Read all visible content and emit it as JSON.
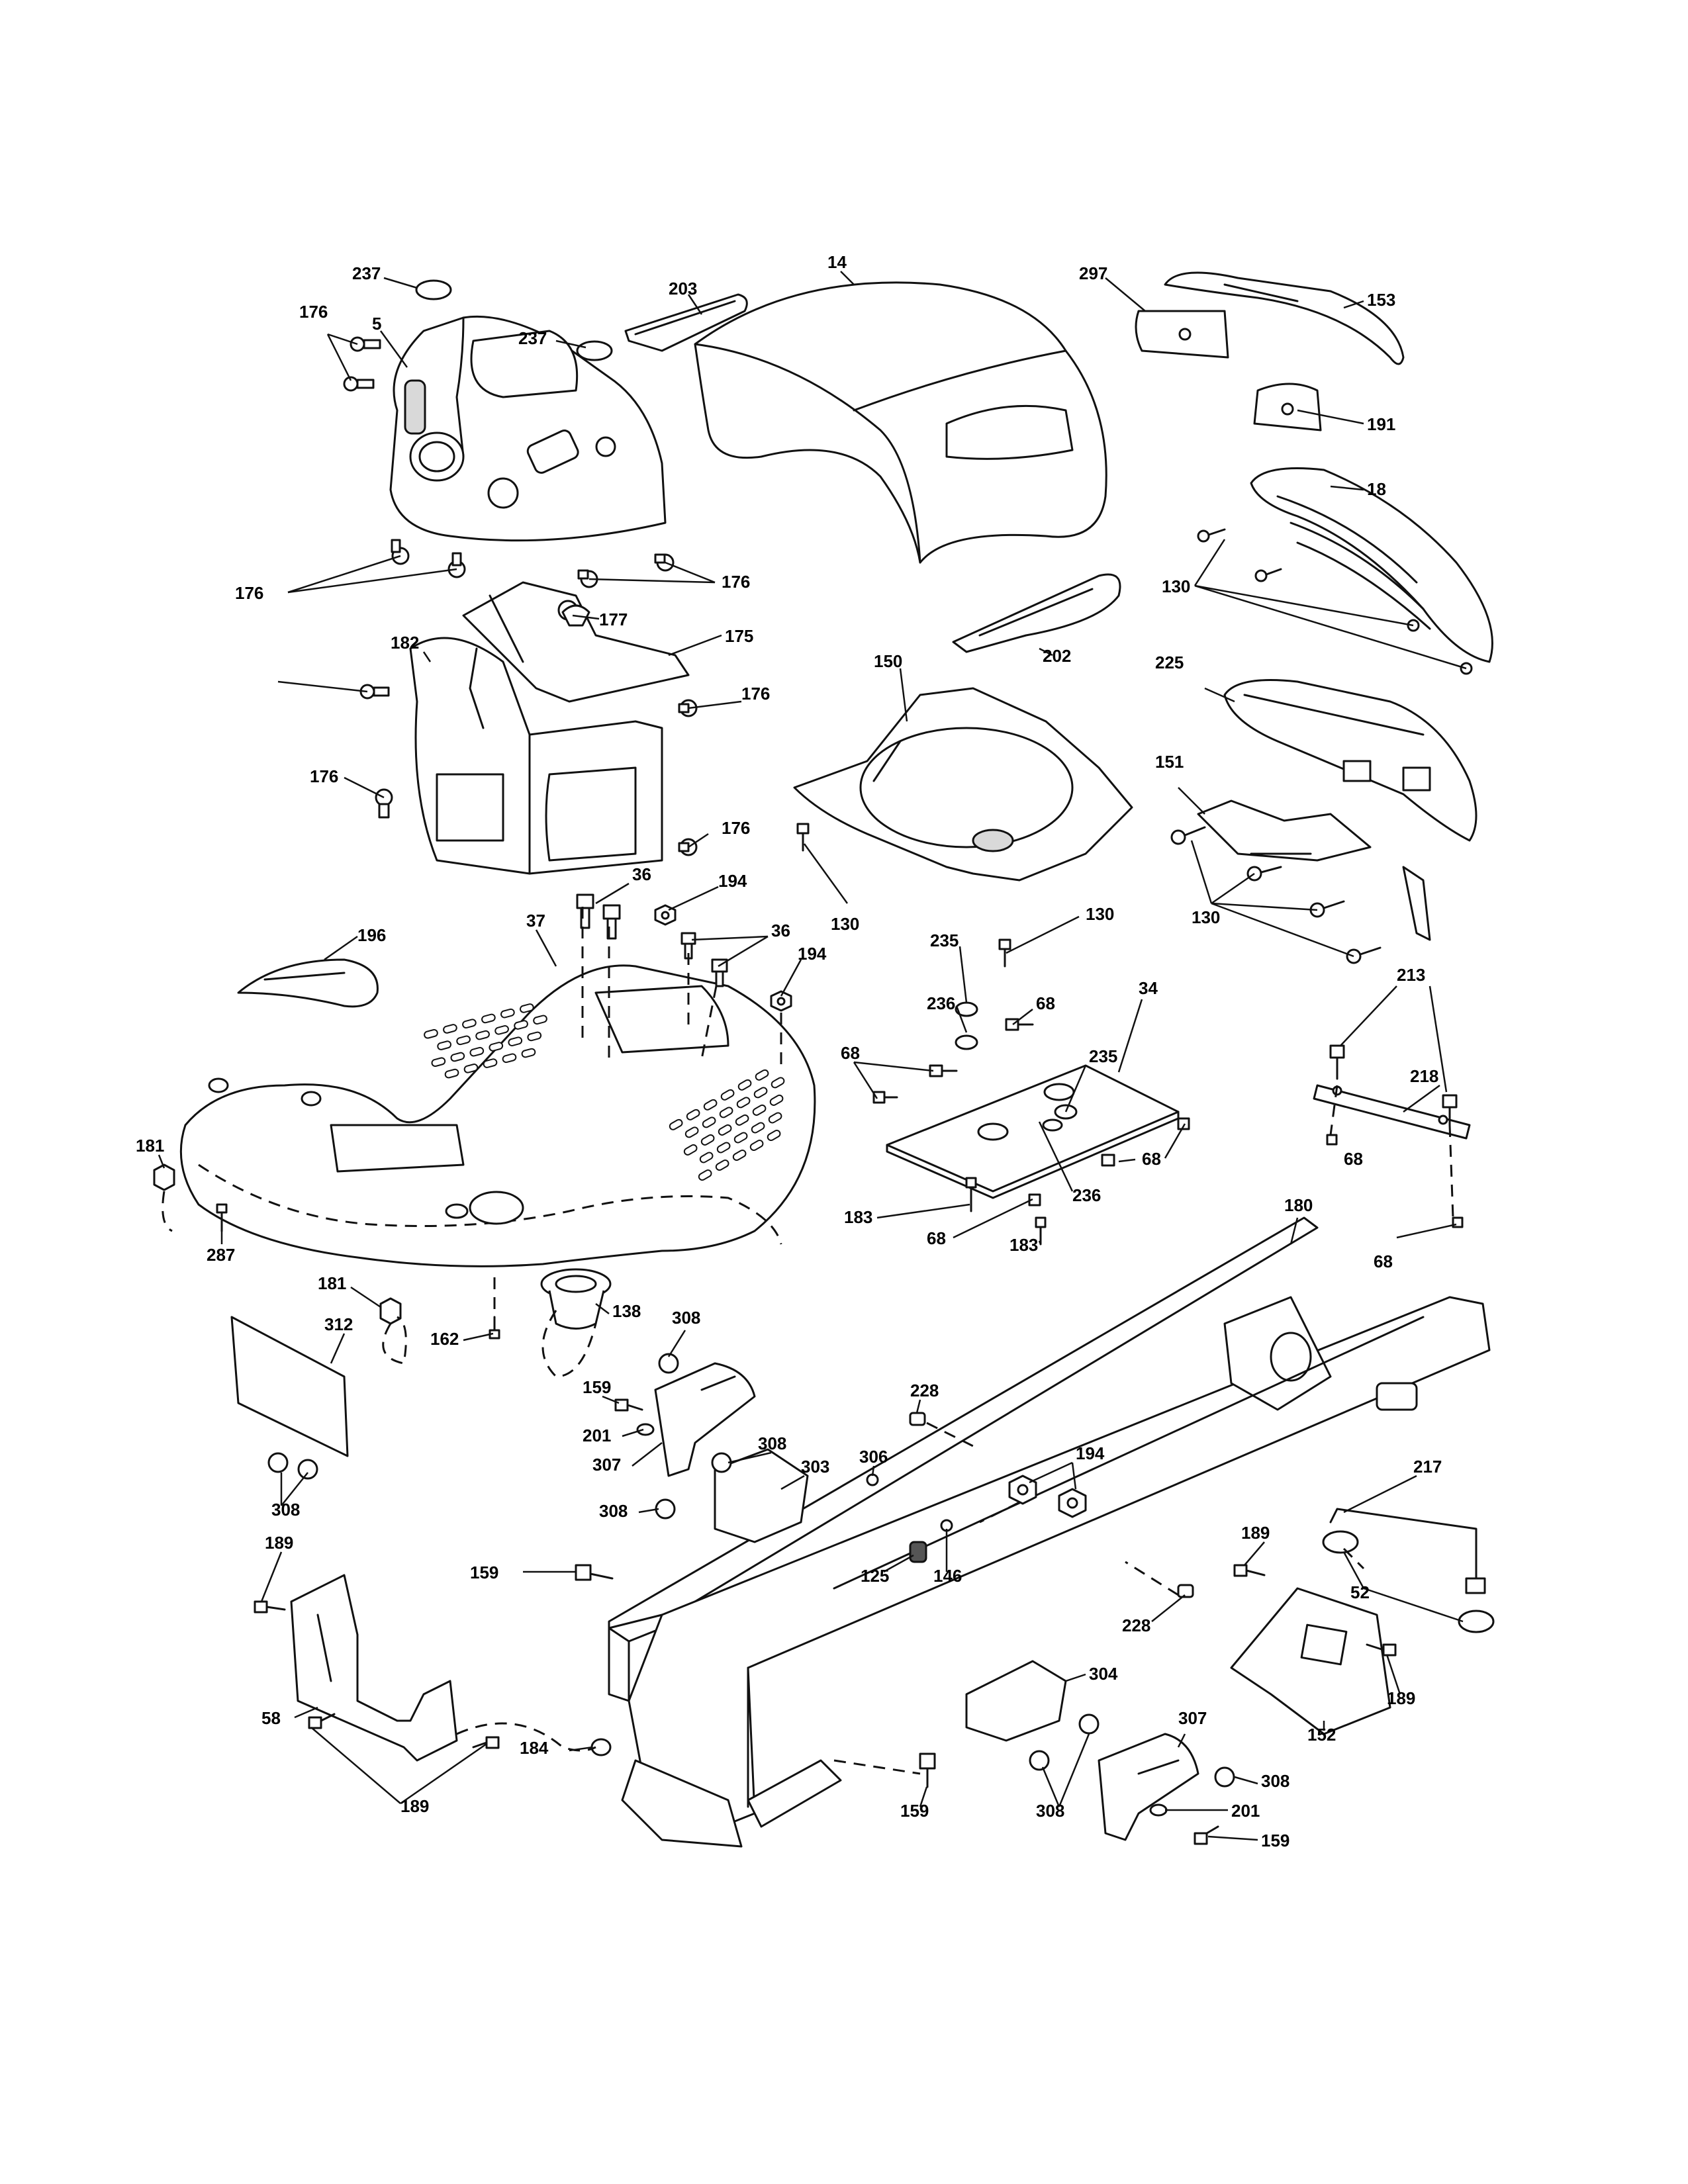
{
  "diagram": {
    "labels": [
      {
        "id": "p237a",
        "text": "237"
      },
      {
        "id": "p5",
        "text": "5"
      },
      {
        "id": "p176a",
        "text": "176"
      },
      {
        "id": "p237b",
        "text": "237"
      },
      {
        "id": "p203",
        "text": "203"
      },
      {
        "id": "p14",
        "text": "14"
      },
      {
        "id": "p297",
        "text": "297"
      },
      {
        "id": "p153",
        "text": "153"
      },
      {
        "id": "p191",
        "text": "191"
      },
      {
        "id": "p18",
        "text": "18"
      },
      {
        "id": "p130a",
        "text": "130"
      },
      {
        "id": "p176b",
        "text": "176"
      },
      {
        "id": "p176c",
        "text": "176"
      },
      {
        "id": "p177",
        "text": "177"
      },
      {
        "id": "p175",
        "text": "175"
      },
      {
        "id": "p182",
        "text": "182"
      },
      {
        "id": "p176d",
        "text": "176"
      },
      {
        "id": "p202",
        "text": "202"
      },
      {
        "id": "p150",
        "text": "150"
      },
      {
        "id": "p225",
        "text": "225"
      },
      {
        "id": "p176e",
        "text": "176"
      },
      {
        "id": "p176f",
        "text": "176"
      },
      {
        "id": "p151",
        "text": "151"
      },
      {
        "id": "p36a",
        "text": "36"
      },
      {
        "id": "p194a",
        "text": "194"
      },
      {
        "id": "p37",
        "text": "37"
      },
      {
        "id": "p36b",
        "text": "36"
      },
      {
        "id": "p130b",
        "text": "130"
      },
      {
        "id": "p130c",
        "text": "130"
      },
      {
        "id": "p130d",
        "text": "130"
      },
      {
        "id": "p196",
        "text": "196"
      },
      {
        "id": "p194b",
        "text": "194"
      },
      {
        "id": "p235a",
        "text": "235"
      },
      {
        "id": "p68a",
        "text": "68"
      },
      {
        "id": "p34",
        "text": "34"
      },
      {
        "id": "p213",
        "text": "213"
      },
      {
        "id": "p236a",
        "text": "236"
      },
      {
        "id": "p68b",
        "text": "68"
      },
      {
        "id": "p235b",
        "text": "235"
      },
      {
        "id": "p218",
        "text": "218"
      },
      {
        "id": "p181a",
        "text": "181"
      },
      {
        "id": "p68c",
        "text": "68"
      },
      {
        "id": "p68d",
        "text": "68"
      },
      {
        "id": "p236b",
        "text": "236"
      },
      {
        "id": "p183a",
        "text": "183"
      },
      {
        "id": "p68e",
        "text": "68"
      },
      {
        "id": "p183b",
        "text": "183"
      },
      {
        "id": "p180",
        "text": "180"
      },
      {
        "id": "p287",
        "text": "287"
      },
      {
        "id": "p68f",
        "text": "68"
      },
      {
        "id": "p181b",
        "text": "181"
      },
      {
        "id": "p138",
        "text": "138"
      },
      {
        "id": "p308a",
        "text": "308"
      },
      {
        "id": "p312",
        "text": "312"
      },
      {
        "id": "p162",
        "text": "162"
      },
      {
        "id": "p159a",
        "text": "159"
      },
      {
        "id": "p228a",
        "text": "228"
      },
      {
        "id": "p201a",
        "text": "201"
      },
      {
        "id": "p308b",
        "text": "308"
      },
      {
        "id": "p307a",
        "text": "307"
      },
      {
        "id": "p303",
        "text": "303"
      },
      {
        "id": "p306",
        "text": "306"
      },
      {
        "id": "p194c",
        "text": "194"
      },
      {
        "id": "p217",
        "text": "217"
      },
      {
        "id": "p308c",
        "text": "308"
      },
      {
        "id": "p308d",
        "text": "308"
      },
      {
        "id": "p189a",
        "text": "189"
      },
      {
        "id": "p189b",
        "text": "189"
      },
      {
        "id": "p159b",
        "text": "159"
      },
      {
        "id": "p125",
        "text": "125"
      },
      {
        "id": "p146",
        "text": "146"
      },
      {
        "id": "p52",
        "text": "52"
      },
      {
        "id": "p228b",
        "text": "228"
      },
      {
        "id": "p304",
        "text": "304"
      },
      {
        "id": "p189c",
        "text": "189"
      },
      {
        "id": "p58",
        "text": "58"
      },
      {
        "id": "p307b",
        "text": "307"
      },
      {
        "id": "p152",
        "text": "152"
      },
      {
        "id": "p184",
        "text": "184"
      },
      {
        "id": "p308e",
        "text": "308"
      },
      {
        "id": "p189d",
        "text": "189"
      },
      {
        "id": "p201b",
        "text": "201"
      },
      {
        "id": "p159c",
        "text": "159"
      },
      {
        "id": "p308f",
        "text": "308"
      },
      {
        "id": "p159d",
        "text": "159"
      }
    ]
  }
}
